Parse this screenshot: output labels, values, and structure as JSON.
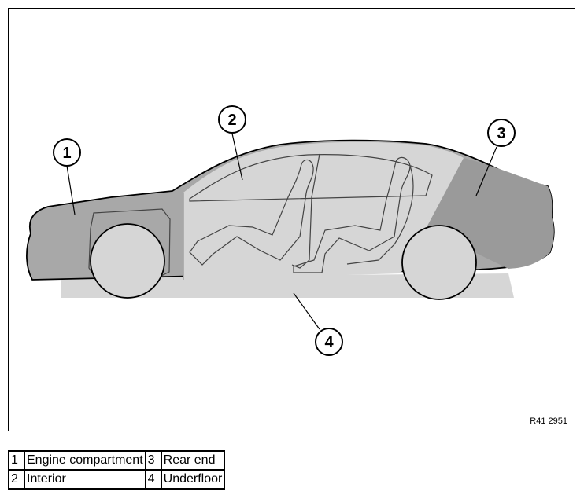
{
  "figure": {
    "code": "R41 2951",
    "callouts": [
      {
        "number": "1",
        "zone": "engine-compartment"
      },
      {
        "number": "2",
        "zone": "interior"
      },
      {
        "number": "3",
        "zone": "rear-end"
      },
      {
        "number": "4",
        "zone": "underfloor"
      }
    ],
    "colors": {
      "body_fill": "#a8a8a8",
      "zone_light": "#d6d6d6",
      "zone_dark": "#9a9a9a",
      "outline": "#000000"
    }
  },
  "legend": {
    "rows": [
      [
        {
          "number": "1",
          "label": "Engine compartment"
        },
        {
          "number": "3",
          "label": "Rear end"
        }
      ],
      [
        {
          "number": "2",
          "label": "Interior"
        },
        {
          "number": "4",
          "label": "Underfloor"
        }
      ]
    ]
  }
}
